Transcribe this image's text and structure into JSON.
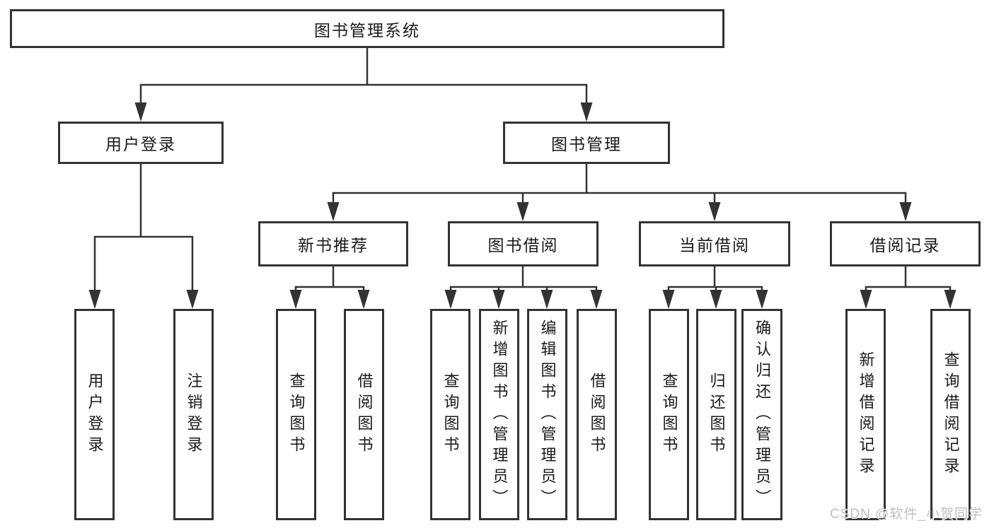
{
  "diagram": {
    "root": {
      "label": "图书管理系统"
    },
    "branches": [
      {
        "label": "用户登录",
        "children": [
          {
            "label": "用户登录"
          },
          {
            "label": "注销登录"
          }
        ]
      },
      {
        "label": "图书管理",
        "groups": [
          {
            "label": "新书推荐",
            "children": [
              {
                "label": "查询图书"
              },
              {
                "label": "借阅图书"
              }
            ]
          },
          {
            "label": "图书借阅",
            "children": [
              {
                "label": "查询图书"
              },
              {
                "label": "新增图书（管理员）"
              },
              {
                "label": "编辑图书（管理员）"
              },
              {
                "label": "借阅图书"
              }
            ]
          },
          {
            "label": "当前借阅",
            "children": [
              {
                "label": "查询图书"
              },
              {
                "label": "归还图书"
              },
              {
                "label": "确认归还（管理员）"
              }
            ]
          },
          {
            "label": "借阅记录",
            "children": [
              {
                "label": "新增借阅记录"
              },
              {
                "label": "查询借阅记录"
              }
            ]
          }
        ]
      }
    ]
  },
  "watermark": {
    "text": "CSDN @软件_小贺同学"
  },
  "colors": {
    "line": "#333333",
    "box_border": "#333333",
    "box_bg": "#ffffff",
    "text": "#1a1a1a",
    "watermark": "#bfbfbf"
  }
}
